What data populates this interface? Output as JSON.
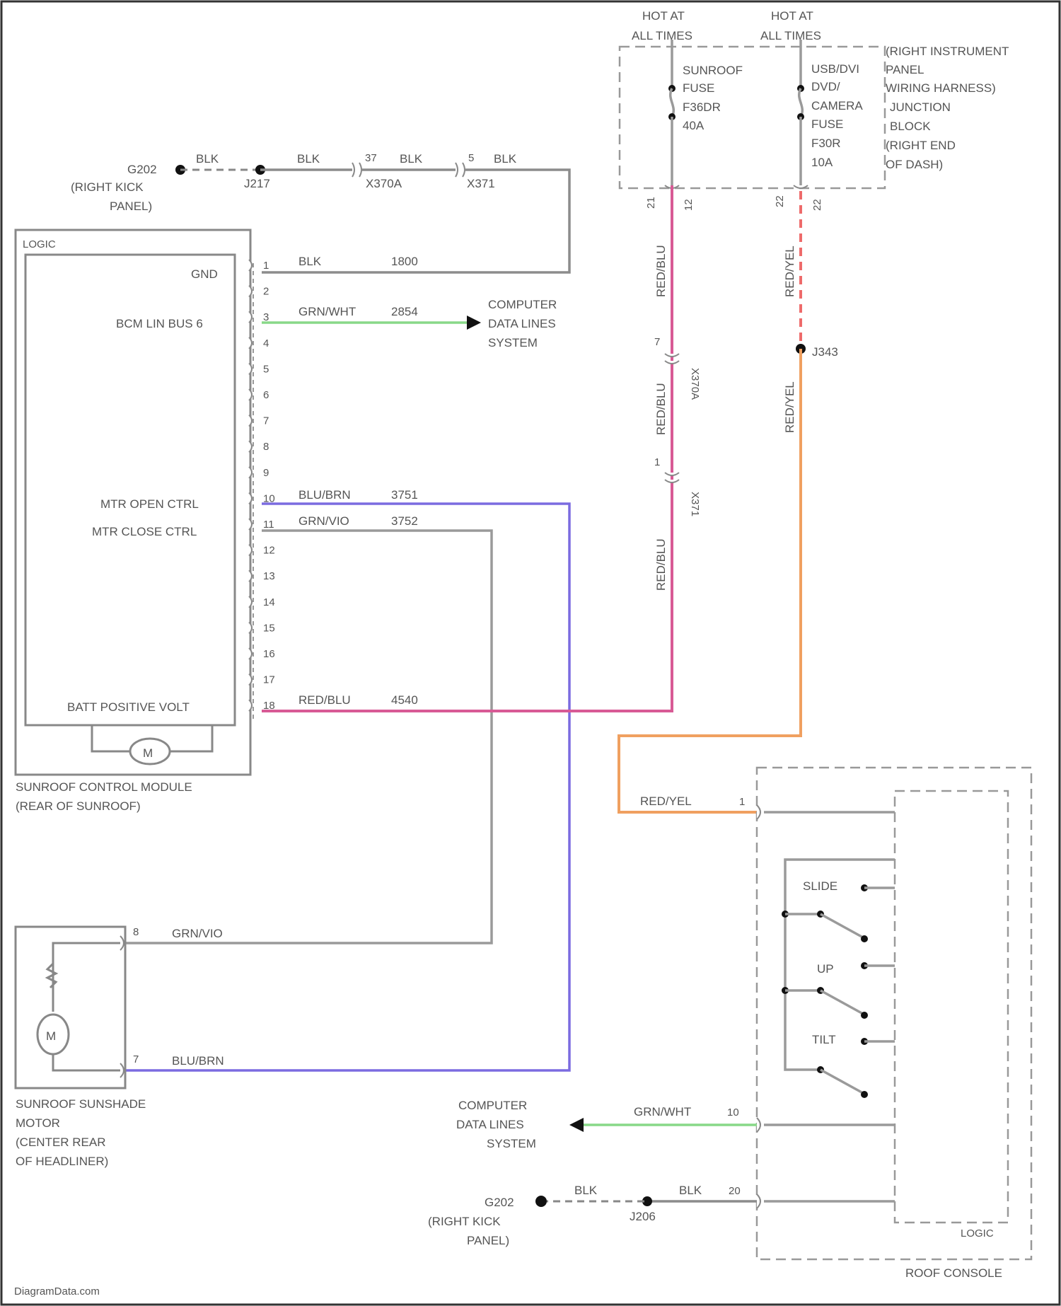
{
  "footer": {
    "watermark": "DiagramData.com"
  },
  "power": {
    "hot_left": [
      "HOT AT",
      "ALL TIMES"
    ],
    "hot_right": [
      "HOT AT",
      "ALL TIMES"
    ],
    "fuse_left": [
      "SUNROOF",
      "FUSE",
      "F36DR",
      "40A"
    ],
    "fuse_right": [
      "USB/DVI",
      "DVD/",
      "CAMERA",
      "FUSE",
      "F30R",
      "10A"
    ],
    "panel_label": [
      "(RIGHT INSTRUMENT",
      "PANEL",
      "WIRING HARNESS)",
      "JUNCTION",
      "BLOCK",
      "(RIGHT END",
      "OF DASH)"
    ],
    "pin_left": "21",
    "pin_right": "22",
    "pin_left_b": "12",
    "pin_right_b": "22"
  },
  "ground_top": {
    "ground_id": "G202",
    "ground_loc": [
      "(RIGHT KICK",
      "PANEL)"
    ],
    "blk1": "BLK",
    "splice": "J217",
    "blk2": "BLK",
    "conn1_pin": "37",
    "conn1": "X370A",
    "blk3": "BLK",
    "conn2_pin": "5",
    "blk4": "BLK",
    "conn2": "X371"
  },
  "module": {
    "logic": "LOGIC",
    "gnd": "GND",
    "lin": "BCM LIN BUS 6",
    "open": "MTR OPEN CTRL",
    "close": "MTR CLOSE CTRL",
    "batt": "BATT POSITIVE VOLT",
    "motor": "M",
    "name": [
      "SUNROOF CONTROL MODULE",
      "(REAR OF SUNROOF)"
    ],
    "pins": [
      "1",
      "2",
      "3",
      "4",
      "5",
      "6",
      "7",
      "8",
      "9",
      "10",
      "11",
      "12",
      "13",
      "14",
      "15",
      "16",
      "17",
      "18"
    ],
    "w1_color": "BLK",
    "w1_ckt": "1800",
    "w3_color": "GRN/WHT",
    "w3_ckt": "2854",
    "w10_color": "BLU/BRN",
    "w10_ckt": "3751",
    "w11_color": "GRN/VIO",
    "w11_ckt": "3752",
    "w18_color": "RED/BLU",
    "w18_ckt": "4540"
  },
  "cdl_top": [
    "COMPUTER",
    "DATA LINES",
    "SYSTEM"
  ],
  "vertical": {
    "redblu_a": "RED/BLU",
    "redblu_b": "RED/BLU",
    "redblu_c": "RED/BLU",
    "x370a": "X370A",
    "x370a_pin": "7",
    "x371": "X371",
    "x371_pin": "1",
    "redyel_a": "RED/YEL",
    "redyel_b": "RED/YEL",
    "splice": "J343",
    "redyel_c": "RED/YEL",
    "pin_redyel": "1"
  },
  "shade_motor": {
    "motor": "M",
    "pin_top": "8",
    "wire_top": "GRN/VIO",
    "pin_bot": "7",
    "wire_bot": "BLU/BRN",
    "name": [
      "SUNROOF SUNSHADE",
      "MOTOR",
      "(CENTER REAR",
      "OF HEADLINER)"
    ]
  },
  "roof_console": {
    "slide": "SLIDE",
    "up": "UP",
    "tilt": "TILT",
    "logic": "LOGIC",
    "name": "ROOF CONSOLE",
    "cdl_color": "GRN/WHT",
    "cdl_pin": "10",
    "cdl_label": [
      "COMPUTER",
      "DATA LINES",
      "SYSTEM"
    ],
    "gnd_blk1": "BLK",
    "gnd_blk2": "BLK",
    "gnd_pin": "20",
    "splice": "J206",
    "ground_id": "G202",
    "ground_loc": [
      "(RIGHT KICK",
      "PANEL)"
    ]
  }
}
